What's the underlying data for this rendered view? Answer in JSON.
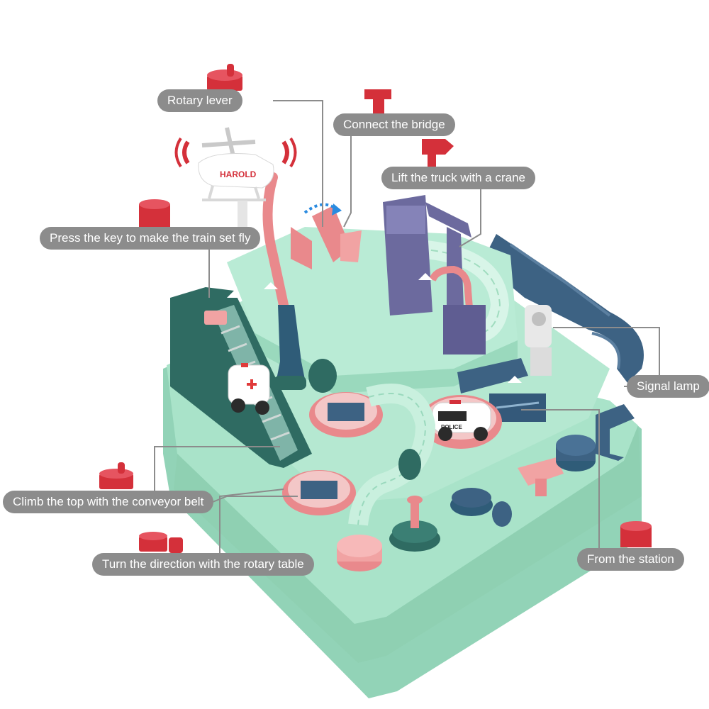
{
  "callouts": {
    "rotary_lever": "Rotary lever",
    "connect_bridge": "Connect the bridge",
    "lift_truck": "Lift the truck with a crane",
    "press_key": "Press the key to make the train set fly",
    "signal_lamp": "Signal lamp",
    "conveyor_belt": "Climb the top with the conveyor belt",
    "from_station": "From the station",
    "rotary_table": "Turn the direction with the rotary table"
  },
  "toy_labels": {
    "helicopter_name": "HAROLD",
    "police_car_text": "POLICE"
  },
  "colors": {
    "mint_base": "#a9e3c9",
    "mint_light": "#c4efdb",
    "dark_teal": "#2f6b62",
    "navy_track": "#3d6283",
    "purple_crane": "#6c6a9e",
    "pink_accent": "#e9898c",
    "red_icon": "#d4303a",
    "callout_gray": "#8c8c8c",
    "arrow_blue": "#2a8be0"
  }
}
